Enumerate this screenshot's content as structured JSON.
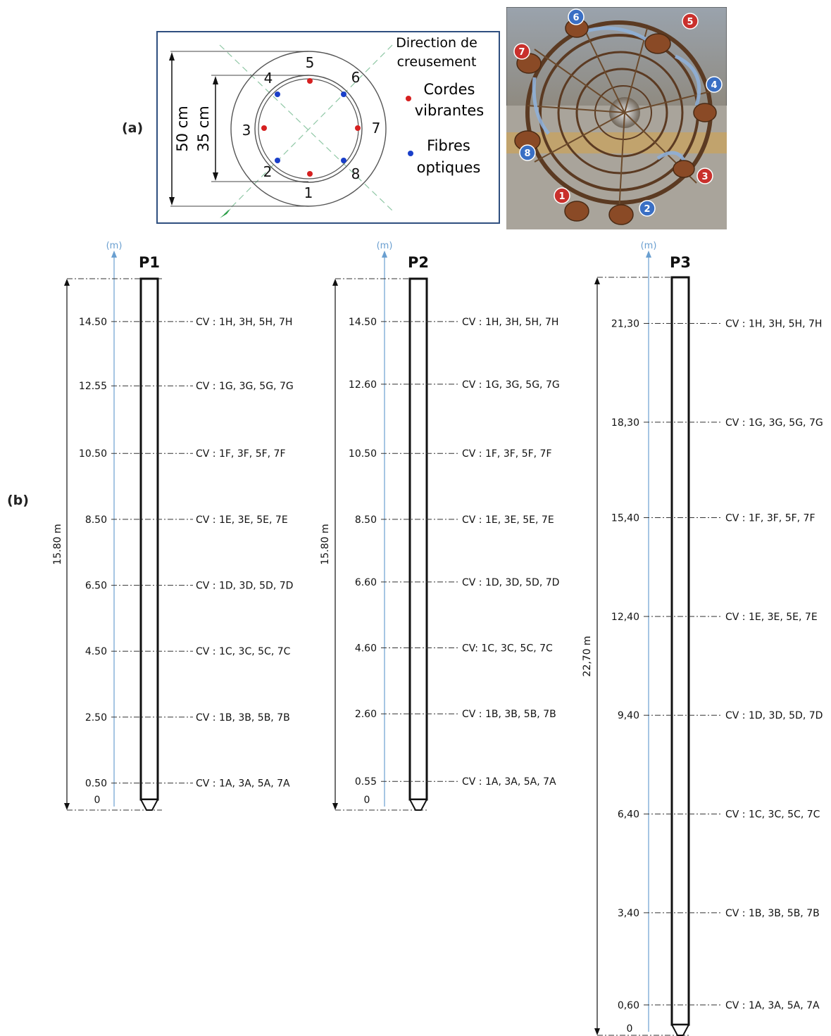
{
  "panel_labels": {
    "a": "(a)",
    "b": "(b)"
  },
  "cross_section": {
    "outer_diameter": "50 cm",
    "inner_diameter": "35 cm",
    "direction_text": [
      "Direction de",
      "creusement"
    ],
    "legend": [
      {
        "label": [
          "Cordes",
          "vibrantes"
        ],
        "color": "#d62020"
      },
      {
        "label": [
          "Fibres",
          "optiques"
        ],
        "color": "#1a3fc9"
      }
    ],
    "positions": [
      {
        "num": "1",
        "sensor": "red"
      },
      {
        "num": "2",
        "sensor": "blue"
      },
      {
        "num": "3",
        "sensor": "red"
      },
      {
        "num": "4",
        "sensor": "blue"
      },
      {
        "num": "5",
        "sensor": "red"
      },
      {
        "num": "6",
        "sensor": "blue"
      },
      {
        "num": "7",
        "sensor": "red"
      },
      {
        "num": "8",
        "sensor": "blue"
      }
    ]
  },
  "photo_markers": [
    {
      "num": "1",
      "kind": "red"
    },
    {
      "num": "2",
      "kind": "blue"
    },
    {
      "num": "3",
      "kind": "red"
    },
    {
      "num": "4",
      "kind": "blue"
    },
    {
      "num": "5",
      "kind": "red"
    },
    {
      "num": "6",
      "kind": "blue"
    },
    {
      "num": "7",
      "kind": "red"
    },
    {
      "num": "8",
      "kind": "blue"
    }
  ],
  "colors": {
    "axis": "#6a9fd0",
    "pile": "#111111",
    "red": "#c9302c",
    "blue": "#3a6fc4",
    "dash": "#8fc7a5"
  },
  "piles": [
    {
      "name": "P1",
      "unit": "(m)",
      "total_length": "15.80 m",
      "length_m": 15.8,
      "levels": [
        {
          "depth_label": "14.50",
          "value": 14.5,
          "cv": "CV : 1H, 3H, 5H, 7H"
        },
        {
          "depth_label": "12.55",
          "value": 12.55,
          "cv": "CV : 1G, 3G, 5G, 7G"
        },
        {
          "depth_label": "10.50",
          "value": 10.5,
          "cv": "CV : 1F, 3F, 5F, 7F"
        },
        {
          "depth_label": "8.50",
          "value": 8.5,
          "cv": "CV : 1E, 3E, 5E, 7E"
        },
        {
          "depth_label": "6.50",
          "value": 6.5,
          "cv": "CV : 1D, 3D, 5D, 7D"
        },
        {
          "depth_label": "4.50",
          "value": 4.5,
          "cv": "CV : 1C, 3C, 5C, 7C"
        },
        {
          "depth_label": "2.50",
          "value": 2.5,
          "cv": "CV : 1B, 3B, 5B, 7B"
        },
        {
          "depth_label": "0.50",
          "value": 0.5,
          "cv": "CV : 1A, 3A, 5A, 7A"
        }
      ],
      "zero_label": "0"
    },
    {
      "name": "P2",
      "unit": "(m)",
      "total_length": "15.80 m",
      "length_m": 15.8,
      "levels": [
        {
          "depth_label": "14.50",
          "value": 14.5,
          "cv": "CV : 1H, 3H, 5H, 7H"
        },
        {
          "depth_label": "12.60",
          "value": 12.6,
          "cv": "CV : 1G, 3G, 5G, 7G"
        },
        {
          "depth_label": "10.50",
          "value": 10.5,
          "cv": "CV : 1F, 3F, 5F, 7F"
        },
        {
          "depth_label": "8.50",
          "value": 8.5,
          "cv": "CV : 1E, 3E, 5E, 7E"
        },
        {
          "depth_label": "6.60",
          "value": 6.6,
          "cv": "CV : 1D, 3D, 5D, 7D"
        },
        {
          "depth_label": "4.60",
          "value": 4.6,
          "cv": "CV: 1C, 3C, 5C, 7C"
        },
        {
          "depth_label": "2.60",
          "value": 2.6,
          "cv": "CV : 1B, 3B, 5B, 7B"
        },
        {
          "depth_label": "0.55",
          "value": 0.55,
          "cv": "CV : 1A, 3A, 5A, 7A"
        }
      ],
      "zero_label": "0"
    },
    {
      "name": "P3",
      "unit": "(m)",
      "total_length": "22,70 m",
      "length_m": 22.7,
      "levels": [
        {
          "depth_label": "21,30",
          "value": 21.3,
          "cv": "CV : 1H, 3H, 5H, 7H"
        },
        {
          "depth_label": "18,30",
          "value": 18.3,
          "cv": "CV : 1G, 3G, 5G, 7G"
        },
        {
          "depth_label": "15,40",
          "value": 15.4,
          "cv": "CV : 1F, 3F, 5F, 7F"
        },
        {
          "depth_label": "12,40",
          "value": 12.4,
          "cv": "CV : 1E, 3E, 5E, 7E"
        },
        {
          "depth_label": "9,40",
          "value": 9.4,
          "cv": "CV : 1D, 3D, 5D, 7D"
        },
        {
          "depth_label": "6,40",
          "value": 6.4,
          "cv": "CV : 1C, 3C, 5C, 7C"
        },
        {
          "depth_label": "3,40",
          "value": 3.4,
          "cv": "CV : 1B, 3B, 5B, 7B"
        },
        {
          "depth_label": "0,60",
          "value": 0.6,
          "cv": "CV : 1A, 3A, 5A, 7A"
        }
      ],
      "zero_label": "0"
    }
  ]
}
